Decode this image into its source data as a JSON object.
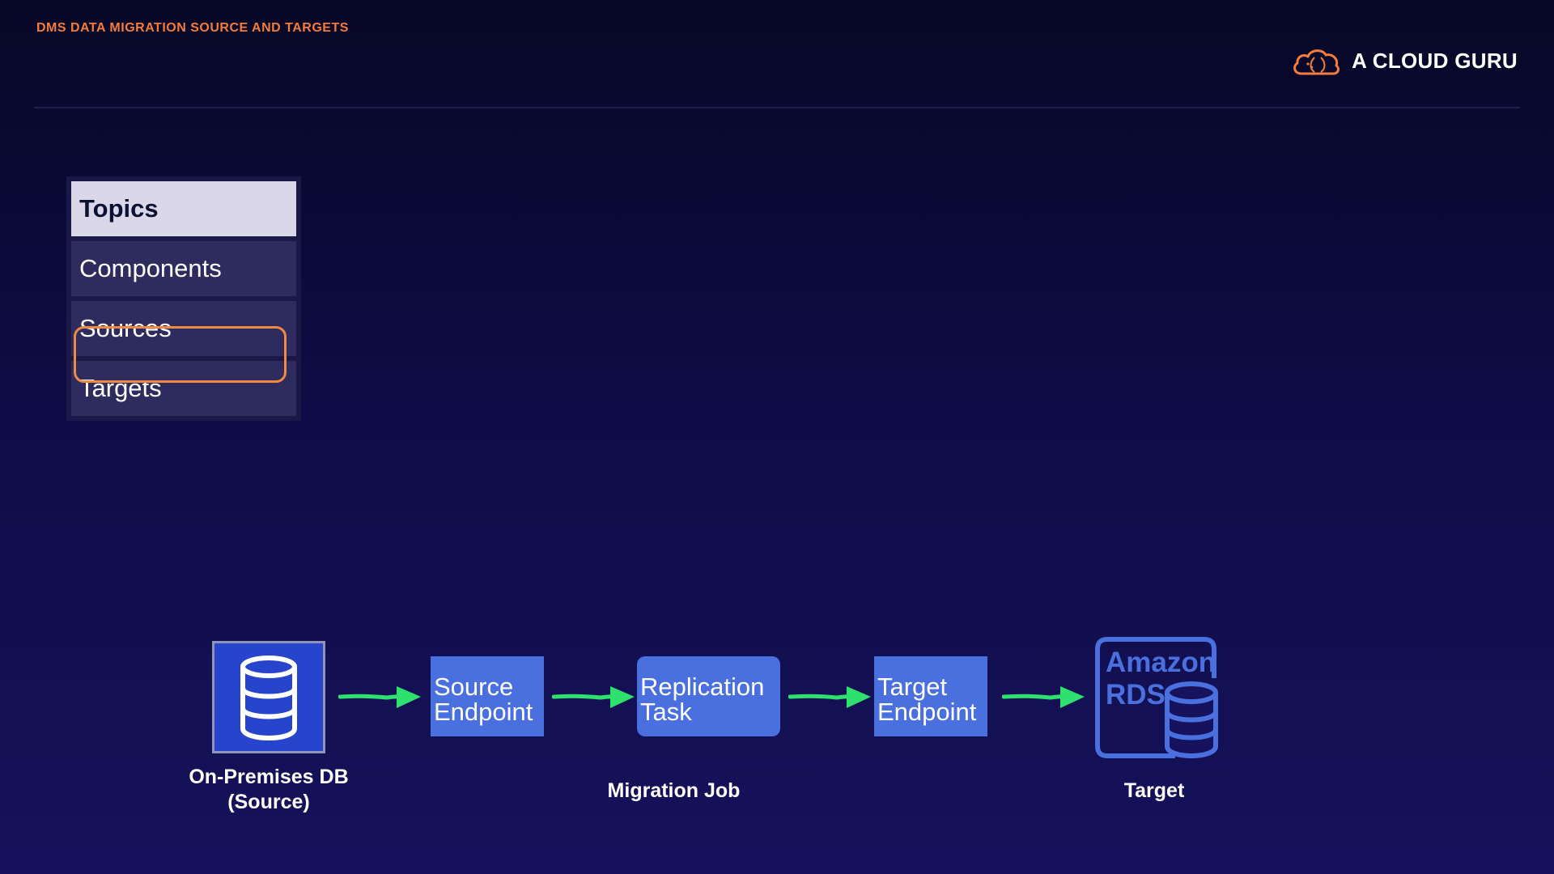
{
  "slide": {
    "title": "DMS DATA MIGRATION SOURCE AND TARGETS"
  },
  "brand": {
    "name": "A CLOUD GURU",
    "icon": "cloud-logo-icon",
    "color": "#f47c3c"
  },
  "topics": {
    "header": "Topics",
    "items": [
      "Components",
      "Sources",
      "Targets"
    ],
    "highlighted": [
      "Sources",
      "Targets"
    ],
    "highlight_color": "#f08a43"
  },
  "diagram": {
    "source": {
      "icon": "database-icon",
      "label_line1": "On-Premises DB",
      "label_line2": "(Source)"
    },
    "source_endpoint": {
      "line1": "Source",
      "line2": "Endpoint"
    },
    "replication_task": {
      "line1": "Replication",
      "line2": "Task"
    },
    "target_endpoint": {
      "line1": "Target",
      "line2": "Endpoint"
    },
    "migration_job_label": "Migration Job",
    "target": {
      "icon": "amazon-rds-icon",
      "icon_text_line1": "Amazon",
      "icon_text_line2": "RDS",
      "label": "Target"
    },
    "arrow_color": "#2ee06e",
    "node_color": "#4a70e0"
  }
}
